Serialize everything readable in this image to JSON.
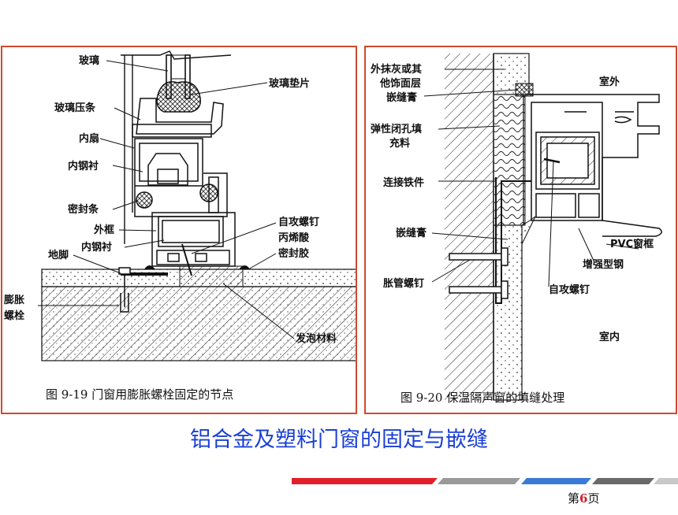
{
  "figure_left": {
    "caption": "图 9-19   门窗用膨胀螺栓固定的节点",
    "labels": {
      "glass": "玻璃",
      "glass_bead": "玻璃压条",
      "inner_sash": "内扇",
      "inner_steel_liner": "内钢衬",
      "seal_strip": "密封条",
      "outer_frame": "外框",
      "outer_steel_liner": "内钢衬",
      "ground_anchor": "地脚",
      "expansion_bolt_1": "膨胀",
      "expansion_bolt_2": "螺栓",
      "glass_spacer": "玻璃垫片",
      "self_tapping_screw": "自攻螺钉",
      "acrylic_1": "丙烯酸",
      "acrylic_2": "密封胶",
      "foam_material": "发泡材料"
    }
  },
  "figure_right": {
    "caption": "图 9-20   保温隔声窗的填缝处理",
    "labels": {
      "plaster_1": "外抹灰或其",
      "plaster_2": "他饰面层",
      "caulk_top": "嵌缝膏",
      "elastic_fill_1": "弹性闭孔填",
      "elastic_fill_2": "充料",
      "connecting_iron": "连接铁件",
      "caulk_bottom": "嵌缝膏",
      "expansion_screw": "胀管螺钉",
      "outdoor": "室外",
      "pvc_frame": "PVC窗框",
      "reinforced_steel": "增强型钢",
      "self_tapping_screw": "自攻螺钉",
      "indoor": "室内"
    }
  },
  "title": "铝合金及塑料门窗的固定与嵌缝",
  "page": {
    "prefix": "第",
    "number": "6",
    "suffix": "页"
  },
  "colors": {
    "frame_border": "#d04a2c",
    "title": "#1a3fd6",
    "page_number": "#d0202a"
  }
}
